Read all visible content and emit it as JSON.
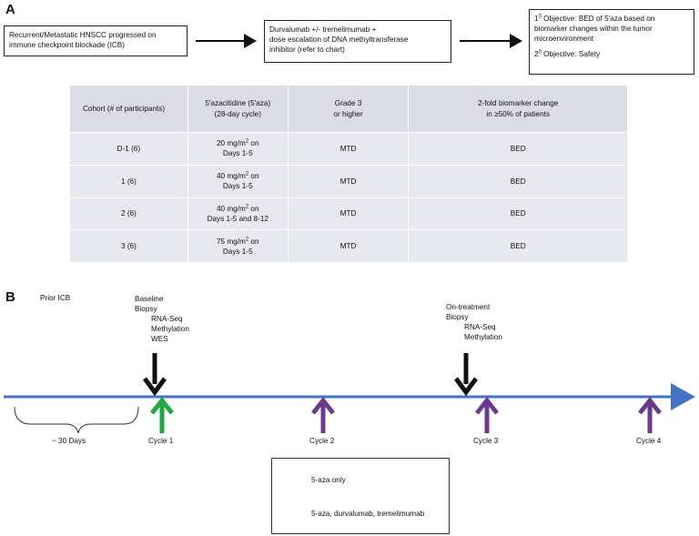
{
  "panelA": {
    "letter": "A",
    "box1": [
      "Recurrent/Metastatic HNSCC progressed on",
      "immune checkpoint blockade (ICB)"
    ],
    "box2": [
      "Durvalumab +/- tremelimumab +",
      "dose escalation of DNA methyltransferase",
      "inhibitor (refer to chart)"
    ],
    "box3": {
      "primary_sup": "0",
      "primary": [
        " Objective: BED of 5'aza based on",
        "biomarker changes within the tumor",
        "microenvironment"
      ],
      "secondary_sup": "0",
      "secondary": " Objective: Safety"
    },
    "table": {
      "headers": [
        [
          "Cohort (# of participants)"
        ],
        [
          "5'azacitidine (5'aza)",
          "(28-day cycle)"
        ],
        [
          "Grade 3",
          "or higher"
        ],
        [
          "2-fold biomarker change",
          "in ≥50% of patients"
        ]
      ],
      "rows": [
        {
          "cohort": "D-1 (6)",
          "dose": "20 mg/m",
          "dose_sup": "2",
          "dose_suffix": " on",
          "days": "Days 1-5",
          "grade": "MTD",
          "biomarker": "BED"
        },
        {
          "cohort": "1 (6)",
          "dose": "40 mg/m",
          "dose_sup": "2",
          "dose_suffix": " on",
          "days": "Days 1-5",
          "grade": "MTD",
          "biomarker": "BED"
        },
        {
          "cohort": "2 (6)",
          "dose": "40 mg/m",
          "dose_sup": "2",
          "dose_suffix": " on",
          "days": "Days 1-5 and 8-12",
          "grade": "MTD",
          "biomarker": "BED"
        },
        {
          "cohort": "3 (6)",
          "dose": "75 mg/m",
          "dose_sup": "2",
          "dose_suffix": " on",
          "days": "Days 1-5",
          "grade": "MTD",
          "biomarker": "BED"
        }
      ]
    }
  },
  "panelB": {
    "letter": "B",
    "prior_icb": "Prior ICB",
    "baseline": {
      "title": [
        "Baseline",
        "Biopsy"
      ],
      "items": [
        "RNA-Seq",
        "Methylation",
        "WES"
      ]
    },
    "on_treatment": {
      "title": [
        "On-treatment",
        "Biopsy"
      ],
      "items": [
        "RNA-Seq",
        "Methylation"
      ]
    },
    "duration": "~ 30 Days",
    "cycles": [
      "Cycle 1",
      "Cycle 2",
      "Cycle 3",
      "Cycle 4"
    ],
    "legend": {
      "green": "5-aza only",
      "purple": "5-aza, durvalumab, tremelimumab"
    }
  },
  "colors": {
    "timeline": "#4472c4",
    "green_arrow": "#22a745",
    "purple_arrow": "#6b3a8e",
    "black_arrow": "#111111",
    "table_bg": "#e8e8f0"
  }
}
